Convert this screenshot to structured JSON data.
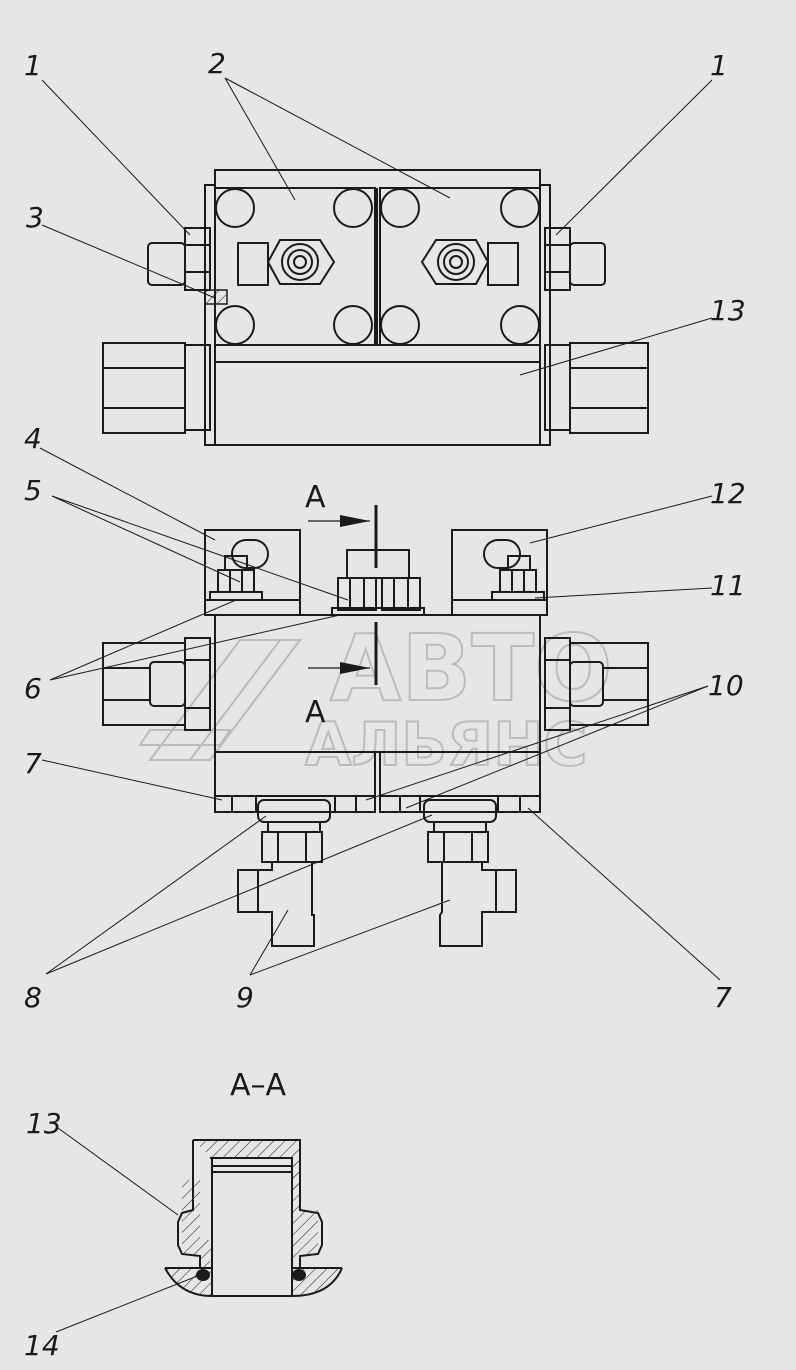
{
  "callouts": {
    "c1_left": "1",
    "c2": "2",
    "c1_right": "1",
    "c3": "3",
    "c13_top": "13",
    "c4": "4",
    "c5": "5",
    "c12": "12",
    "c11": "11",
    "c6": "6",
    "c10": "10",
    "c7_left": "7",
    "c8": "8",
    "c9": "9",
    "c7_right": "7",
    "c13_section": "13",
    "c14": "14"
  },
  "section": {
    "arrow_top": "A",
    "arrow_bottom": "A",
    "title": "A–A"
  },
  "watermark": {
    "line1": "АВТО",
    "line2": "АЛЬЯНС"
  },
  "colors": {
    "background": "#e6e6e6",
    "line": "#1a1a1a",
    "watermark": "#9a9a9a"
  }
}
